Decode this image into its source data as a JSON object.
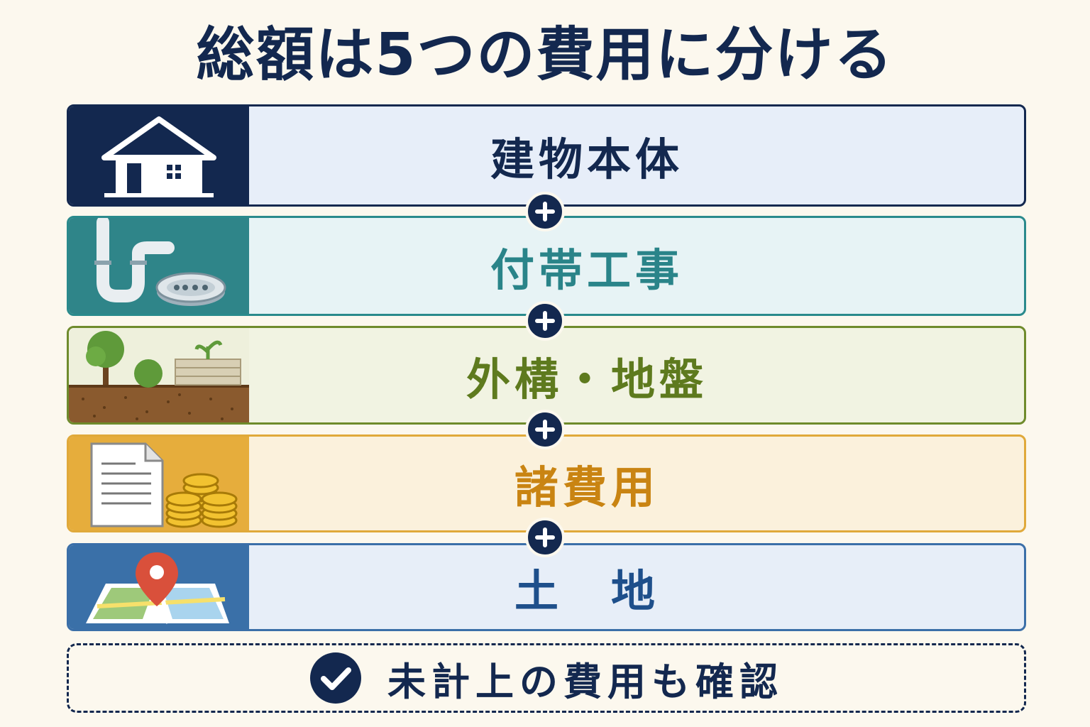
{
  "title": "総額は5つの費用に分ける",
  "rows": [
    {
      "label": "建物本体",
      "icon": "house-icon",
      "border": "#13284f",
      "fill": "#e7eef9",
      "iconbg": "#13284f",
      "text": "#13284f"
    },
    {
      "label": "付帯工事",
      "icon": "pipe-drain-icon",
      "border": "#2a8a8c",
      "fill": "#e7f3f5",
      "iconbg": "#2f8589",
      "text": "#2a8489"
    },
    {
      "label": "外構・地盤",
      "icon": "garden-soil-icon",
      "border": "#6f8b2c",
      "fill": "#f1f3e2",
      "iconbg": "#eef0dc",
      "text": "#5e7a1e"
    },
    {
      "label": "諸費用",
      "icon": "document-coins-icon",
      "border": "#e0a93a",
      "fill": "#fbf1dc",
      "iconbg": "#e6ad3c",
      "text": "#c98412"
    },
    {
      "label": "土　地",
      "icon": "map-pin-icon",
      "border": "#3b6fa8",
      "fill": "#e7eef8",
      "iconbg": "#3a70a8",
      "text": "#1e4f8b"
    }
  ],
  "footer": "未計上の費用も確認"
}
